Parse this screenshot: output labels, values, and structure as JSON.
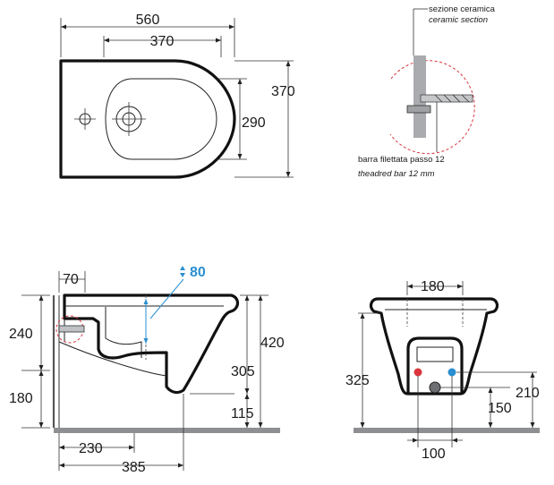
{
  "top_view": {
    "overall_length": "560",
    "fixing_spacing": "370",
    "overall_width": "370",
    "bowl_width": "290"
  },
  "detail": {
    "section_it": "sezione ceramica",
    "section_en": "ceramic section",
    "bar_it": "barra filettata passo 12",
    "bar_en": "theadred bar 12 mm"
  },
  "side_view": {
    "wall_offset": "70",
    "adjust": "80",
    "height_upper": "240",
    "height_lower": "180",
    "total_height": "420",
    "rim_height": "305",
    "base_height": "115",
    "depth_inner": "230",
    "depth_outer": "385"
  },
  "front_view": {
    "fixing_spacing": "180",
    "fixing_height": "325",
    "inlet_height": "210",
    "waste_height": "150",
    "waste_spacing": "100"
  },
  "colors": {
    "outline": "#111111",
    "floor": "#8d8f92",
    "accent_blue": "#2a8fd0",
    "detail_red": "#d9363e",
    "hot_marker": "#d9363e",
    "cold_marker": "#2a8fd0"
  }
}
